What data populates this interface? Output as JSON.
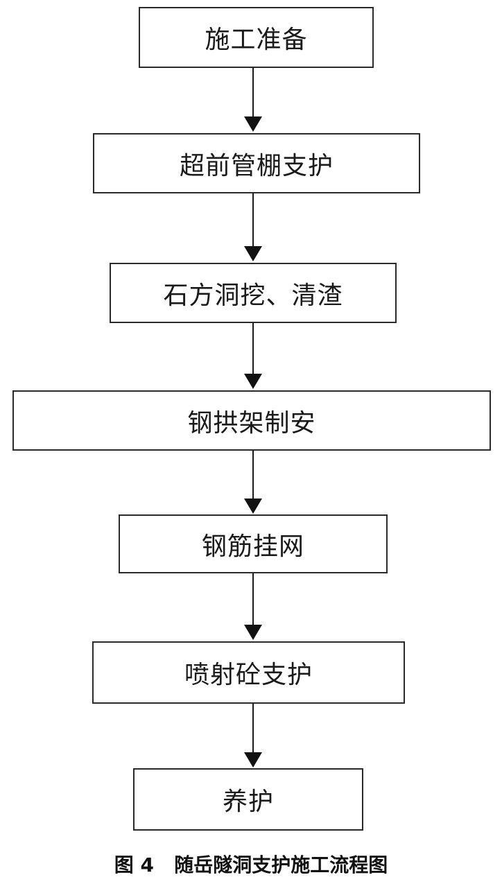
{
  "flowchart": {
    "steps": [
      "施工准备",
      "超前管棚支护",
      "石方洞挖、清渣",
      "钢拱架制安",
      "钢筋挂网",
      "喷射砼支护",
      "养护"
    ],
    "caption": "图 4   随岳隧洞支护施工流程图"
  }
}
